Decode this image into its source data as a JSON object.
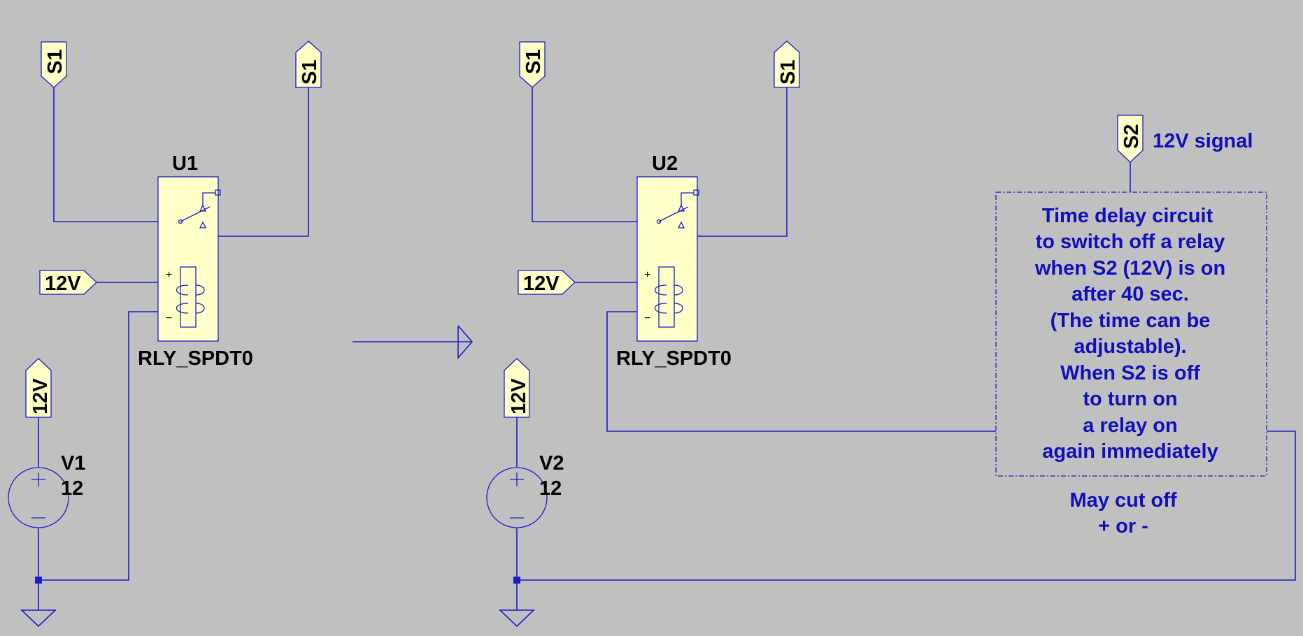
{
  "schematic": {
    "left": {
      "relay_ref": "U1",
      "relay_model": "RLY_SPDT0",
      "source_ref": "V1",
      "source_value": "12",
      "flag_s1_a": "S1",
      "flag_s1_b": "S1",
      "flag_12v_coil": "12V",
      "flag_12v_source": "12V"
    },
    "right": {
      "relay_ref": "U2",
      "relay_model": "RLY_SPDT0",
      "source_ref": "V2",
      "source_value": "12",
      "flag_s1_a": "S1",
      "flag_s1_b": "S1",
      "flag_12v_coil": "12V",
      "flag_12v_source": "12V"
    },
    "signal": {
      "flag": "S2",
      "label": "12V signal"
    },
    "delay_box": {
      "lines": [
        "Time delay circuit",
        "to switch off a relay",
        "when S2 (12V) is on",
        "after 40 sec.",
        "(The time can be",
        "adjustable).",
        "When S2 is off",
        "to turn on",
        "a relay on",
        "again immediately"
      ]
    },
    "cut_note": {
      "line1": "May cut off",
      "line2": "+ or -"
    },
    "coil_plus": "+",
    "coil_minus": "−",
    "colors": {
      "background": "#c0c0c0",
      "wire": "#1c1cc8",
      "component_fill": "#ffffc8",
      "note_text": "#1010b8"
    }
  }
}
